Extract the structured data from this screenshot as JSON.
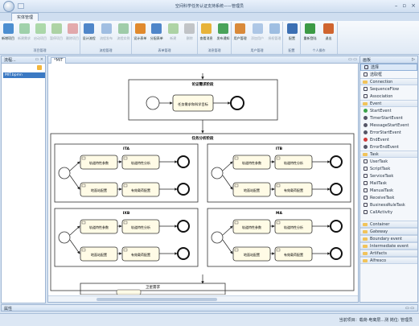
{
  "window": {
    "title": "空间科学任务认证支持系统——管理员",
    "tab": "实体管理"
  },
  "ribbon": {
    "groups": [
      {
        "title": "项目管理",
        "buttons": [
          {
            "label": "新增项目",
            "icon": "add-project-icon",
            "color": "#4c8ed0",
            "enabled": true
          },
          {
            "label": "新建需求",
            "icon": "plus-icon",
            "color": "#3ca34a",
            "enabled": false
          },
          {
            "label": "启动项目",
            "icon": "check-icon",
            "color": "#57b346",
            "enabled": false
          },
          {
            "label": "暂停项目",
            "icon": "pause-icon",
            "color": "#5aa83c",
            "enabled": false
          },
          {
            "label": "删除项目",
            "icon": "delete-icon",
            "color": "#d04b4b",
            "enabled": false
          }
        ]
      },
      {
        "title": "流程管理",
        "buttons": [
          {
            "label": "设计流程",
            "icon": "design-flow-icon",
            "color": "#4f86c9",
            "enabled": true
          },
          {
            "label": "流程发布",
            "icon": "publish-icon",
            "color": "#3f7bc4",
            "enabled": false
          },
          {
            "label": "流程实例",
            "icon": "instance-icon",
            "color": "#3c9a45",
            "enabled": false
          }
        ]
      },
      {
        "title": "表单管理",
        "buttons": [
          {
            "label": "设计表单",
            "icon": "design-form-icon",
            "color": "#e08a2e",
            "enabled": true
          },
          {
            "label": "分配表单",
            "icon": "assign-form-icon",
            "color": "#4f86c9",
            "enabled": true
          },
          {
            "label": "新建",
            "icon": "new-icon",
            "color": "#5aa83c",
            "enabled": false
          },
          {
            "label": "删除",
            "icon": "trash-icon",
            "color": "#888888",
            "enabled": false
          }
        ]
      },
      {
        "title": "消息管理",
        "buttons": [
          {
            "label": "查看消息",
            "icon": "mail-icon",
            "color": "#e7b33a",
            "enabled": true
          },
          {
            "label": "发布通知",
            "icon": "notice-icon",
            "color": "#49a35a",
            "enabled": true
          }
        ]
      },
      {
        "title": "用户管理",
        "buttons": [
          {
            "label": "用户管理",
            "icon": "users-icon",
            "color": "#d98a3a",
            "enabled": true
          },
          {
            "label": "添加用户",
            "icon": "add-user-icon",
            "color": "#5a8fcc",
            "enabled": false
          },
          {
            "label": "授权管理",
            "icon": "auth-icon",
            "color": "#3a7bc4",
            "enabled": false
          }
        ]
      },
      {
        "title": "配置",
        "buttons": [
          {
            "label": "配置",
            "icon": "settings-icon",
            "color": "#3b6fb3",
            "enabled": true
          }
        ]
      },
      {
        "title": "个人操作",
        "buttons": [
          {
            "label": "重新登陆",
            "icon": "relogin-icon",
            "color": "#3c9a45",
            "enabled": true
          },
          {
            "label": "退出",
            "icon": "exit-icon",
            "color": "#d0652f",
            "enabled": true
          }
        ]
      }
    ]
  },
  "left_pane": {
    "title": "流程...",
    "item": "MIT.bpmn"
  },
  "editor": {
    "tab": "*MIT",
    "pools": {
      "top": "论证需求阶段",
      "task_top": "任务需求和科学目标",
      "middle": "任务分析阶段",
      "bottom": "卫星需求"
    },
    "subprocesses": [
      {
        "name": "ITA",
        "tasks": [
          "轨道特性参数",
          "轨道特性分析",
          "地面站配置",
          "有效载荷配置"
        ]
      },
      {
        "name": "ITB",
        "tasks": [
          "轨道特性参数",
          "轨道特性分析",
          "地面站配置",
          "有效载荷配置"
        ]
      },
      {
        "name": "IXB",
        "tasks": [
          "轨道特性参数",
          "轨道特性分析",
          "地面站配置",
          "有效载荷配置"
        ]
      },
      {
        "name": "MA",
        "tasks": [
          "轨道特性参数",
          "轨道特性分析",
          "地面站配置",
          "有效载荷配置"
        ]
      }
    ]
  },
  "palette": {
    "header": "画板",
    "tools": [
      "选择",
      "选取框"
    ],
    "sections": [
      {
        "name": "Connection",
        "items": [
          "SequenceFlow",
          "Association"
        ]
      },
      {
        "name": "Event",
        "items": [
          "StartEvent",
          "TimerStartEvent",
          "MessageStartEvent",
          "ErrorStartEvent",
          "EndEvent",
          "ErrorEndEvent"
        ]
      },
      {
        "name": "Task",
        "items": [
          "UserTask",
          "ScriptTask",
          "ServiceTask",
          "MailTask",
          "ManualTask",
          "ReceiveTask",
          "BusinessRuleTask",
          "CallActivity"
        ]
      }
    ],
    "collapsed": [
      "Container",
      "Gateway",
      "Boundary event",
      "Intermediate event",
      "Artifacts",
      "Alfresco"
    ]
  },
  "bottom_pane": {
    "title": "属性"
  },
  "status": {
    "text": "当前项目：载荷-电离层...测   岗位: 管理员"
  }
}
